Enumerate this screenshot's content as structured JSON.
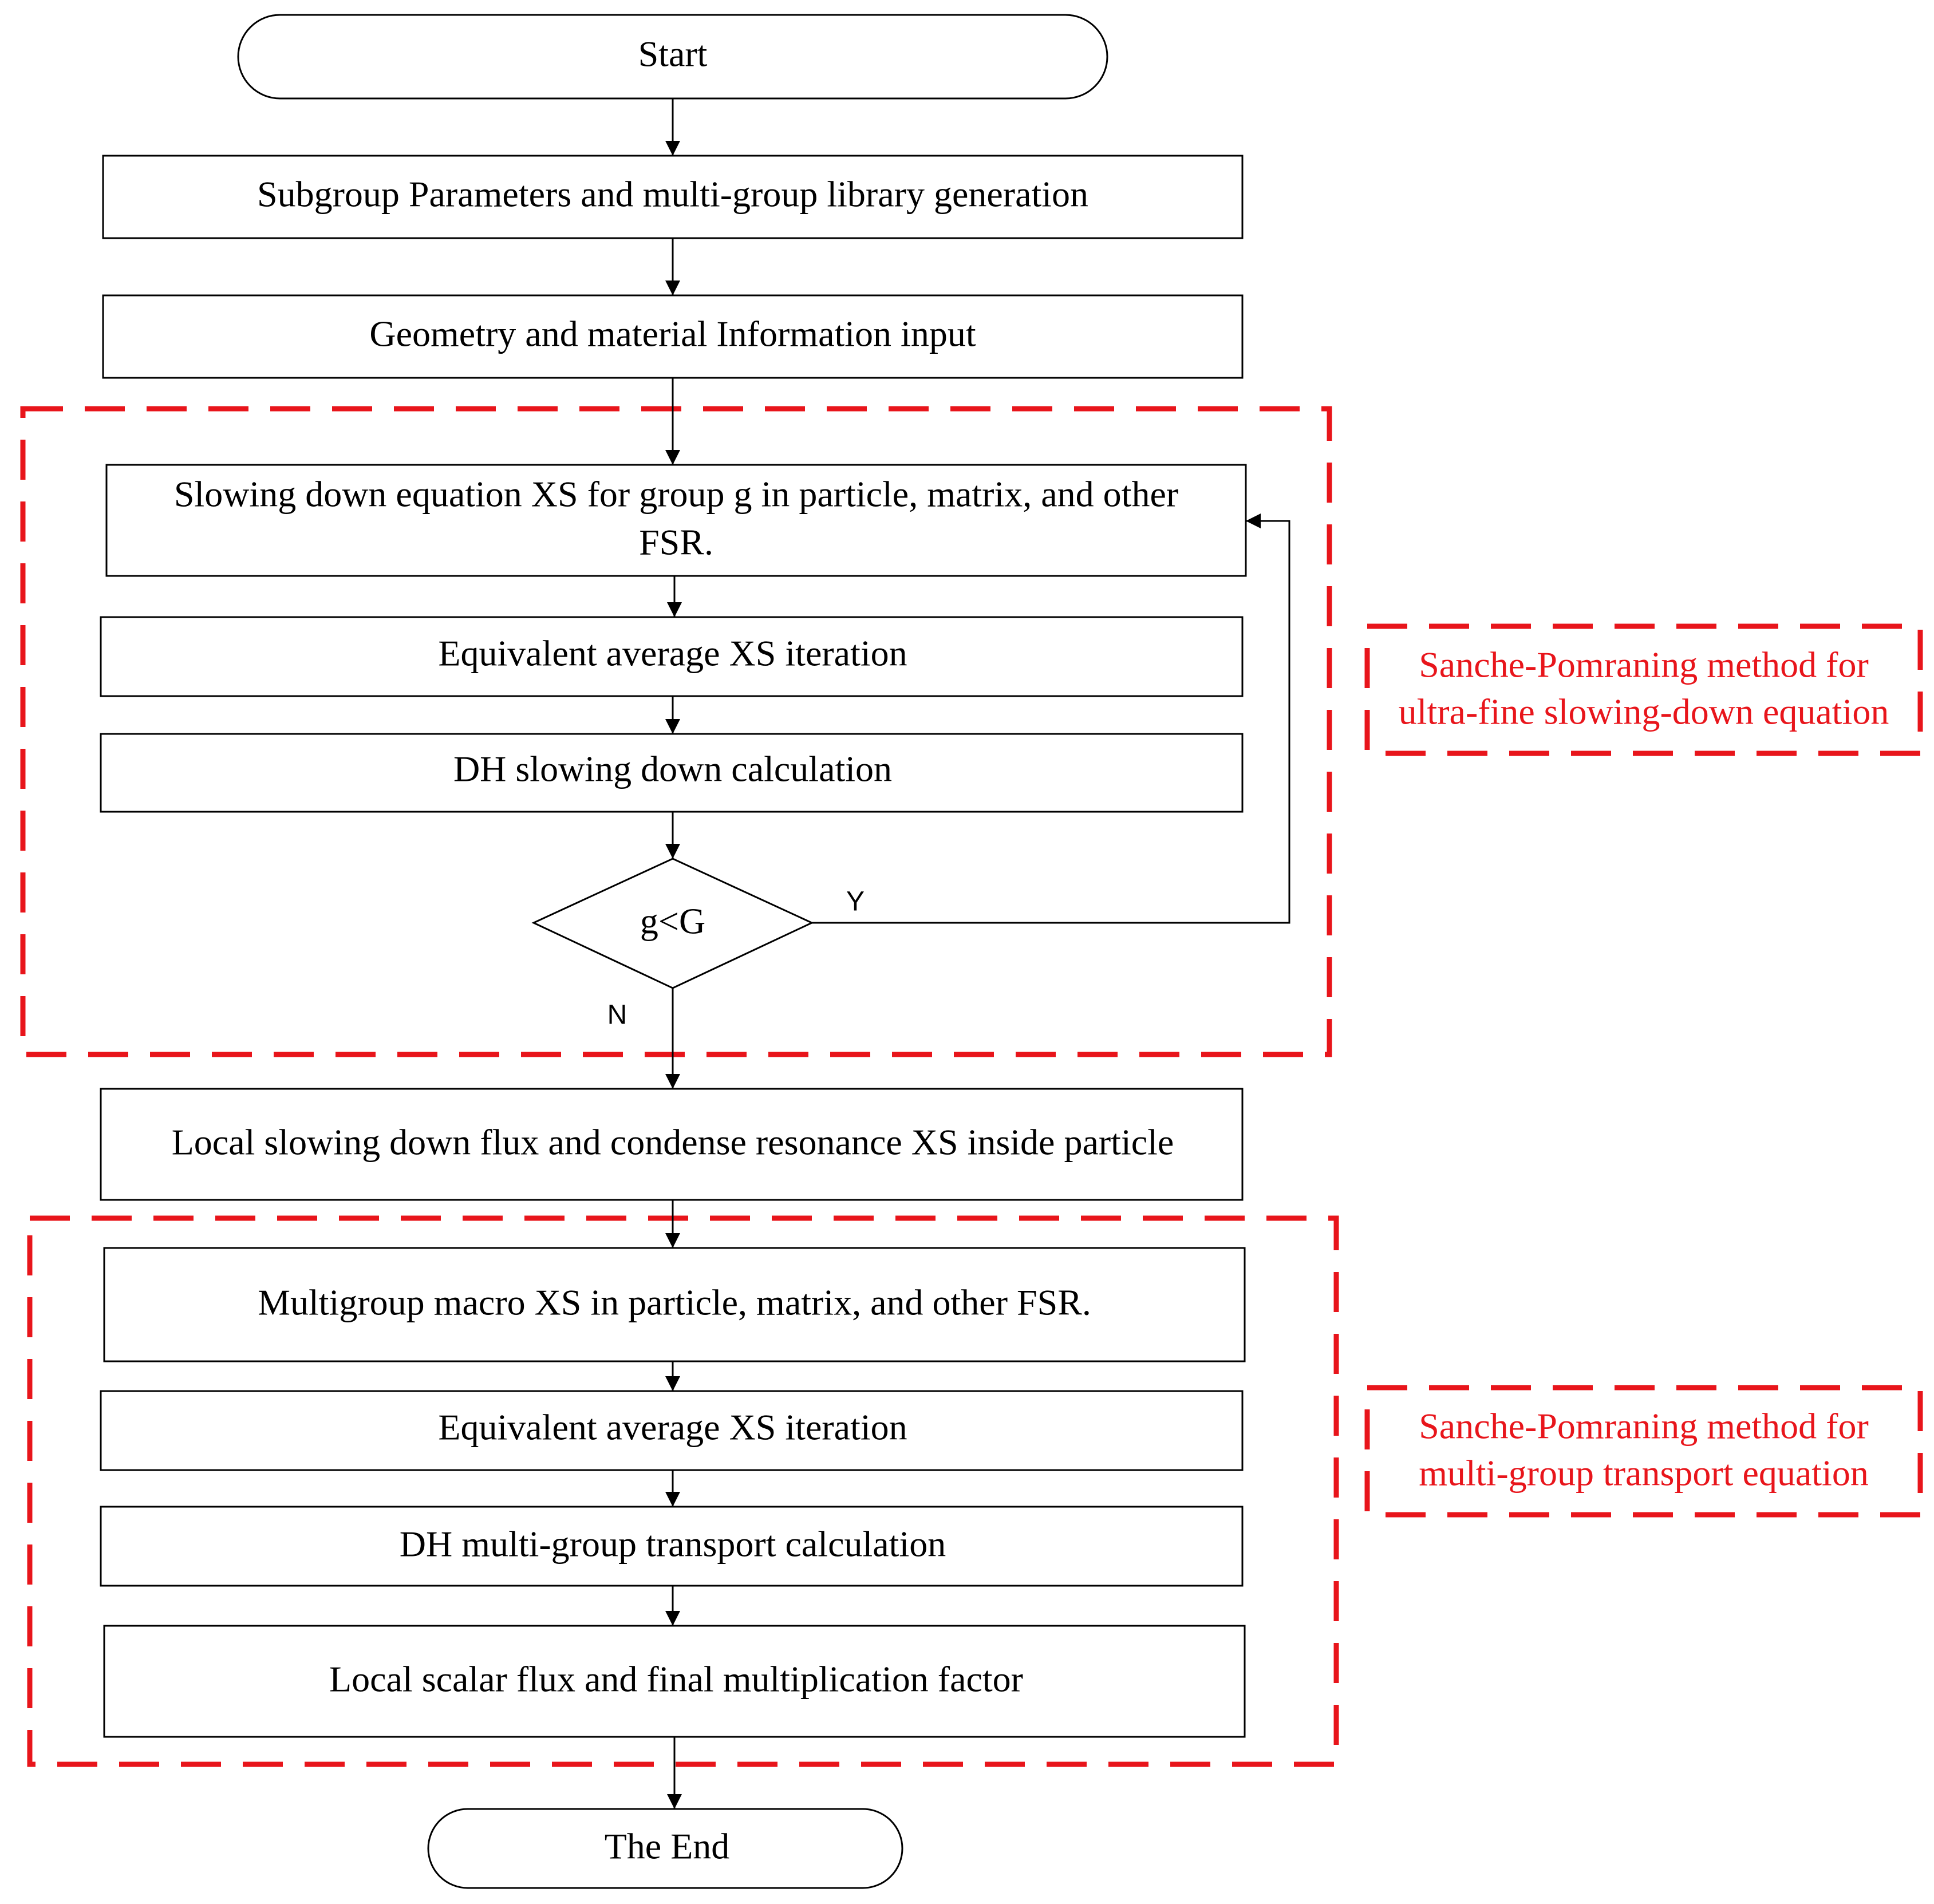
{
  "colors": {
    "highlight": "#e8151b",
    "line": "#000000",
    "box_fill": "#ffffff"
  },
  "nodes": {
    "start": "Start",
    "subgroup_params": "Subgroup Parameters and multi-group library generation",
    "geometry_input": "Geometry and material Information input",
    "slowing_down_xs_line1": "Slowing down equation XS for group g in particle, matrix, and other",
    "slowing_down_xs_line2": "FSR.",
    "equiv_avg_1": "Equivalent average XS iteration",
    "dh_slowing_down": "DH slowing down calculation",
    "decision": "g<G",
    "local_slowing_flux": "Local slowing down flux and condense resonance XS inside particle",
    "multigroup_macro": "Multigroup macro XS in particle, matrix, and other FSR.",
    "equiv_avg_2": "Equivalent average XS iteration",
    "dh_multigroup": "DH multi-group transport calculation",
    "local_scalar_flux": "Local scalar flux and final multiplication factor",
    "end": "The End"
  },
  "branch_labels": {
    "yes": "Y",
    "no": "N"
  },
  "annotations": {
    "slowing_down_note_line1": "Sanche-Pomraning method for",
    "slowing_down_note_line2": "ultra-fine slowing-down equation",
    "transport_note_line1": "Sanche-Pomraning method for",
    "transport_note_line2": "multi-group transport equation"
  }
}
